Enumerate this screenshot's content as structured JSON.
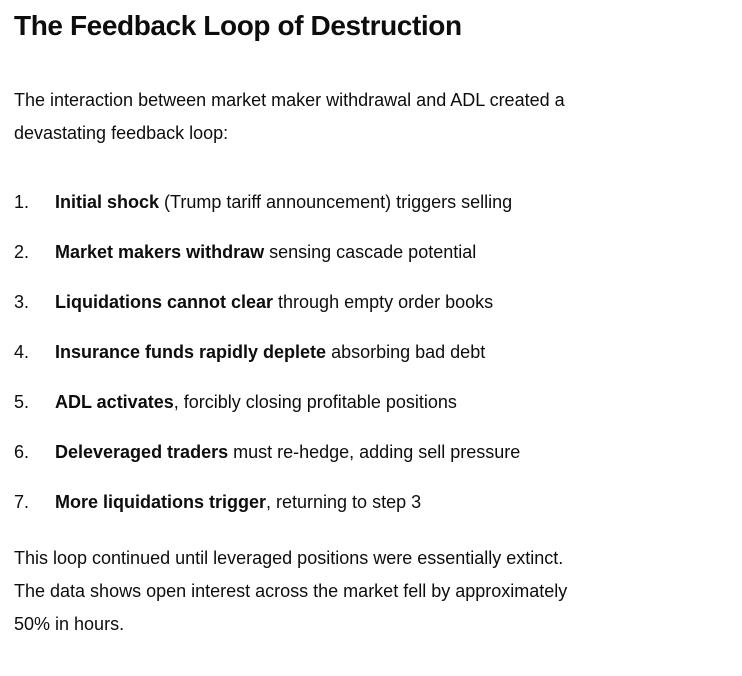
{
  "doc": {
    "title": "The Feedback Loop of Destruction",
    "intro": {
      "lines": [
        "The interaction between market maker withdrawal and ADL created a",
        "devastating feedback loop:"
      ]
    },
    "list_items": [
      {
        "number": "1.",
        "bold": "Initial shock",
        "rest": " (Trump tariff announcement) triggers selling"
      },
      {
        "number": "2.",
        "bold": "Market makers withdraw",
        "rest": " sensing cascade potential"
      },
      {
        "number": "3.",
        "bold": "Liquidations cannot clear",
        "rest": " through empty order books"
      },
      {
        "number": "4.",
        "bold": "Insurance funds rapidly deplete",
        "rest": " absorbing bad debt"
      },
      {
        "number": "5.",
        "bold": "ADL activates",
        "rest": ", forcibly closing profitable positions"
      },
      {
        "number": "6.",
        "bold": "Deleveraged traders",
        "rest": " must re-hedge, adding sell pressure"
      },
      {
        "number": "7.",
        "bold": "More liquidations trigger",
        "rest": ", returning to step 3"
      }
    ],
    "outro": {
      "lines": [
        "This loop continued until leveraged positions were essentially extinct.",
        "The data shows open interest across the market fell by approximately",
        "50% in hours."
      ]
    }
  },
  "colors": {
    "text": "#0d0d0d",
    "background": "#ffffff"
  }
}
